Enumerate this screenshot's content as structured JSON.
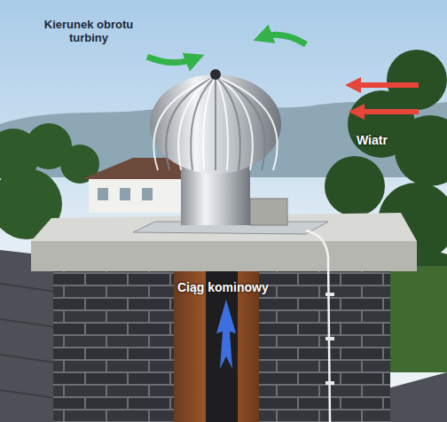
{
  "diagram": {
    "labels": [
      "Kierunek obrotu turbiny",
      "Wiatr",
      "Ciąg kominowy"
    ]
  }
}
